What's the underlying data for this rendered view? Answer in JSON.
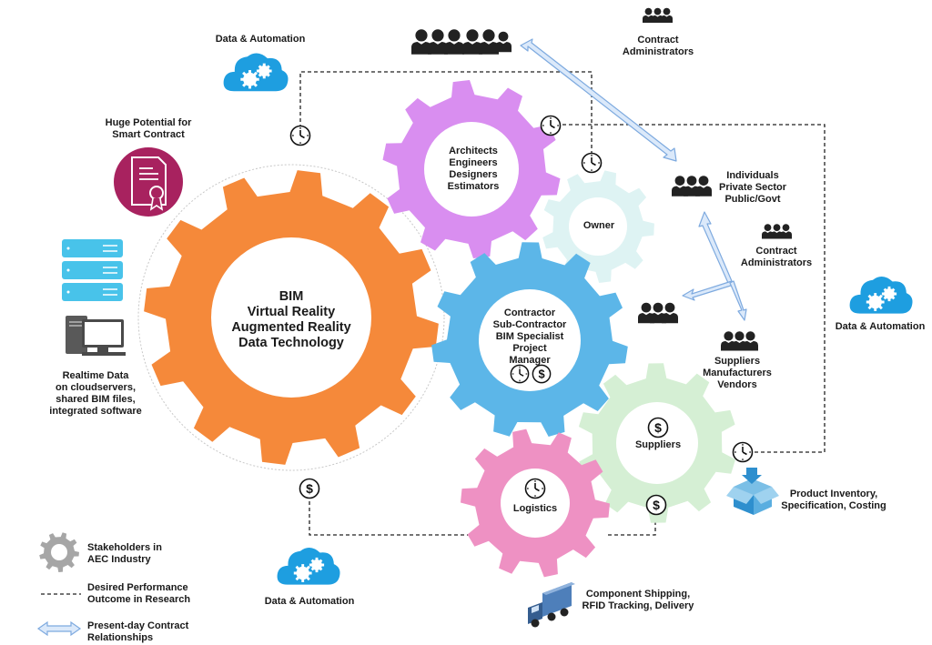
{
  "gears": {
    "bim": "BIM\nVirtual Reality\nAugmented Reality\nData Technology",
    "architects": "Architects\nEngineers\nDesigners\nEstimators",
    "owner": "Owner",
    "contractor": "Contractor\nSub-Contractor\nBIM Specialist\nProject\nManager",
    "suppliers": "Suppliers",
    "logistics": "Logistics"
  },
  "labels": {
    "data_auto_top": "Data & Automation",
    "data_auto_right": "Data & Automation",
    "data_auto_bottom": "Data & Automation",
    "smart_contract": "Huge Potential for\nSmart Contract",
    "realtime": "Realtime Data\non cloudservers,\nshared BIM files,\nintegrated software",
    "contract_admin_top": "Contract\nAdministrators",
    "individuals": "Individuals\nPrivate Sector\nPublic/Govt",
    "contract_admin_mid": "Contract\nAdministrators",
    "suppliers_group": "Suppliers\nManufacturers\nVendors",
    "inventory": "Product Inventory,\nSpecification, Costing",
    "shipping": "Component Shipping,\nRFID Tracking, Delivery"
  },
  "legend": {
    "stakeholders": "Stakeholders in\nAEC Industry",
    "performance": "Desired Performance\nOutcome in Research",
    "relationships": "Present-day Contract\nRelationships"
  },
  "colors": {
    "bim_gear": "#f5893a",
    "architects_gear": "#d98ef0",
    "owner_gear": "#def3f3",
    "contractor_gear": "#5cb6e8",
    "suppliers_gear": "#d5efd4",
    "logistics_gear": "#ee91c3",
    "legend_gear": "#a6a6a6",
    "cloud": "#1e9ee0",
    "arrow_fill": "#dbe9fa",
    "arrow_stroke": "#7eaadf",
    "smart_contract_badge": "#a8225f",
    "server": "#48c3ea"
  }
}
